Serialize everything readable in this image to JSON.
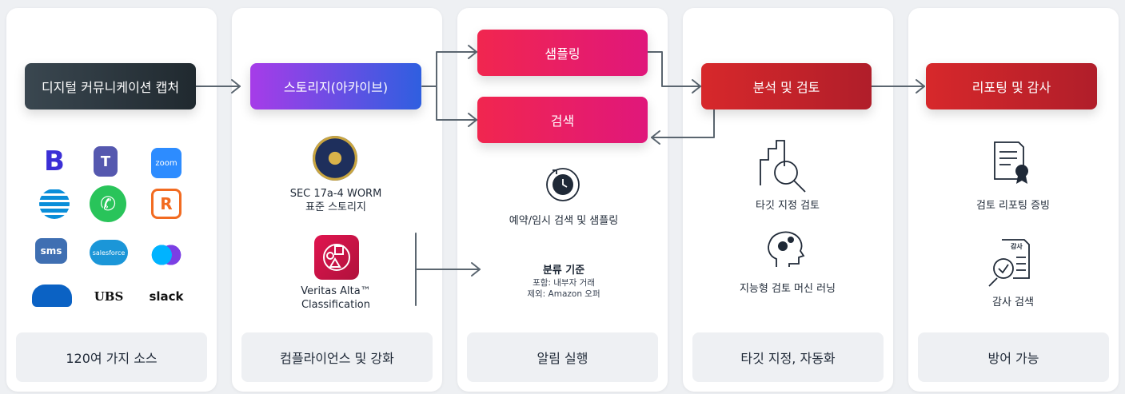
{
  "columns": [
    {
      "footer": "120여 가지 소스"
    },
    {
      "footer": "컴플라이언스 및 강화"
    },
    {
      "footer": "알림 실행"
    },
    {
      "footer": "타깃 지정, 자동화"
    },
    {
      "footer": "방어 가능"
    }
  ],
  "steps": {
    "capture": "디지털 커뮤니케이션 캡처",
    "storage": "스토리지(아카이브)",
    "sampling": "샘플링",
    "search": "검색",
    "analysis": "분석 및 검토",
    "reporting": "리포팅 및 감사"
  },
  "sources": {
    "b": "B",
    "teams": "T",
    "zoom": "zoom",
    "whatsapp": "✆",
    "r": "R",
    "sms": "sms",
    "salesforce": "salesforce",
    "ubs": "UBS",
    "slack": "slack"
  },
  "captions": {
    "sec_line1": "SEC 17a-4 WORM",
    "sec_line2": "표준 스토리지",
    "veritas_line1": "Veritas Alta™",
    "veritas_line2": "Classification",
    "schedule": "예약/임시 검색 및 샘플링",
    "classify_title": "분류 기준",
    "classify_include": "포함: 내부자 거래",
    "classify_exclude": "제외: Amazon 오퍼",
    "targeted": "타깃 지정 검토",
    "ml": "지능형 검토 머신 러닝",
    "review_report": "검토 리포팅 증빙",
    "audit_search": "감사 검색",
    "audit_badge": "감사"
  },
  "colors": {
    "dark": "#2b353c",
    "purple": "#a63ce8",
    "blue": "#2f5fe0",
    "pink": "#f1264f",
    "red": "#d7282b",
    "arrow": "#5b6670"
  }
}
